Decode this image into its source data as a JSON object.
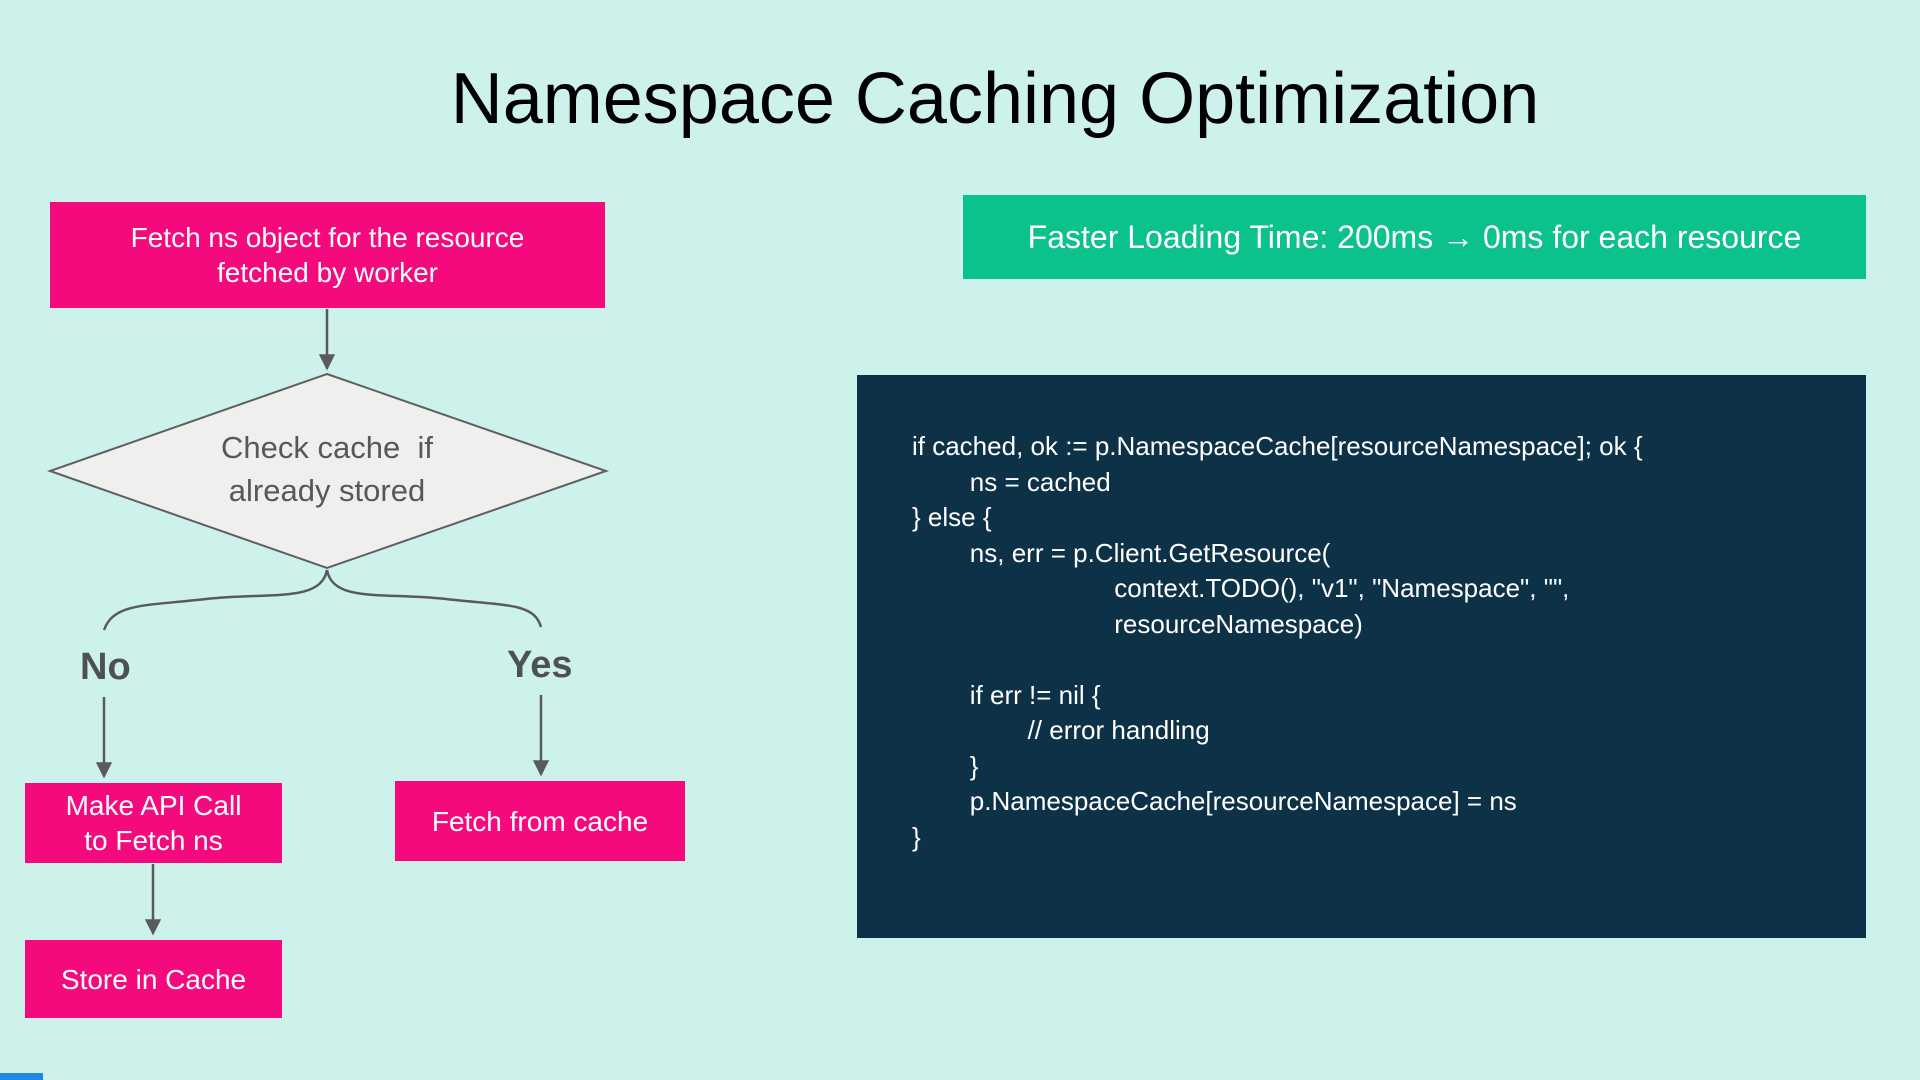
{
  "page": {
    "title": "Namespace Caching Optimization"
  },
  "flowchart": {
    "start_box": {
      "label": "Fetch ns object for the resource\nfetched by worker"
    },
    "decision": {
      "label": "Check cache  if\nalready stored"
    },
    "branch_no": {
      "label": "No"
    },
    "branch_yes": {
      "label": "Yes"
    },
    "api_call_box": {
      "label": "Make API Call\nto Fetch ns"
    },
    "store_box": {
      "label": "Store in Cache"
    },
    "fetch_cache_box": {
      "label": "Fetch from cache"
    }
  },
  "highlight_banner": {
    "label": "Faster Loading Time: 200ms → 0ms for each resource"
  },
  "code_block": {
    "text": "if cached, ok := p.NamespaceCache[resourceNamespace]; ok {\n        ns = cached\n} else {\n        ns, err = p.Client.GetResource(\n                            context.TODO(), \"v1\", \"Namespace\", \"\",\n                            resourceNamespace)\n\n        if err != nil {\n                // error handling\n        }\n        p.NamespaceCache[resourceNamespace] = ns\n}"
  },
  "colors": {
    "background": "#CDF2EC",
    "accent_pink": "#F50A7E",
    "accent_green": "#0BC18C",
    "code_background": "#0D3147",
    "diamond_fill": "#EFEFED",
    "connector_gray": "#595A5C",
    "label_gray": "#55585C",
    "bottom_left_accent": "#1E88E5"
  }
}
